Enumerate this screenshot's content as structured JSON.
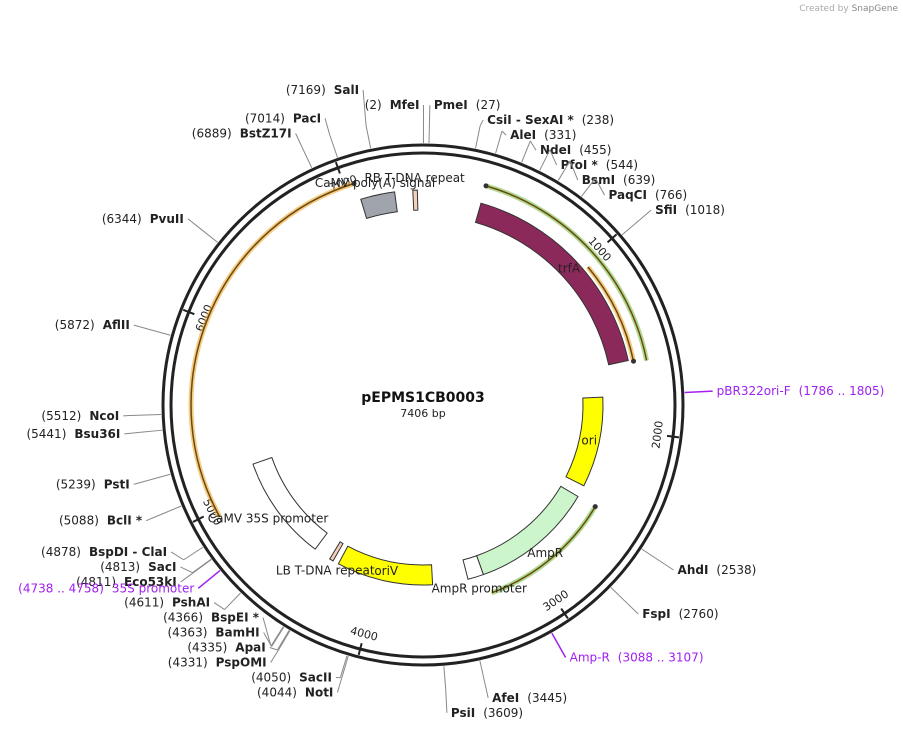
{
  "watermark": {
    "prefix": "Created by",
    "brand": "SnapGene"
  },
  "plasmid": {
    "name": "pEPMS1CB0003",
    "length_label": "7406 bp",
    "length": 7406
  },
  "ticks": [
    {
      "pos": 1000,
      "label": "1000"
    },
    {
      "pos": 2000,
      "label": "2000"
    },
    {
      "pos": 3000,
      "label": "3000"
    },
    {
      "pos": 4000,
      "label": "4000"
    },
    {
      "pos": 5000,
      "label": "5000"
    },
    {
      "pos": 6000,
      "label": "6000"
    },
    {
      "pos": 7000,
      "label": "7000"
    }
  ],
  "sites": [
    {
      "name": "MfeI",
      "pos_label": "(2)",
      "pos": 2,
      "side": "left"
    },
    {
      "name": "PmeI",
      "pos_label": "(27)",
      "pos": 27,
      "side": "right"
    },
    {
      "name": "CsiI  - SexAI *",
      "pos_label": "(238)",
      "pos": 238,
      "side": "right"
    },
    {
      "name": "AleI",
      "pos_label": "(331)",
      "pos": 331,
      "side": "right"
    },
    {
      "name": "NdeI",
      "pos_label": "(455)",
      "pos": 455,
      "side": "right"
    },
    {
      "name": "PfoI *",
      "pos_label": "(544)",
      "pos": 544,
      "side": "right"
    },
    {
      "name": "BsmI",
      "pos_label": "(639)",
      "pos": 639,
      "side": "right"
    },
    {
      "name": "PaqCI",
      "pos_label": "(766)",
      "pos": 766,
      "side": "right"
    },
    {
      "name": "SfiI",
      "pos_label": "(1018)",
      "pos": 1018,
      "side": "right"
    },
    {
      "name": "AhdI",
      "pos_label": "(2538)",
      "pos": 2538,
      "side": "right"
    },
    {
      "name": "FspI",
      "pos_label": "(2760)",
      "pos": 2760,
      "side": "right"
    },
    {
      "name": "AfeI",
      "pos_label": "(3445)",
      "pos": 3445,
      "side": "right"
    },
    {
      "name": "PsiI",
      "pos_label": "(3609)",
      "pos": 3609,
      "side": "right"
    },
    {
      "name": "NotI",
      "pos_label": "(4044)",
      "pos": 4044,
      "side": "left"
    },
    {
      "name": "SacII",
      "pos_label": "(4050)",
      "pos": 4050,
      "side": "left"
    },
    {
      "name": "PspOMI",
      "pos_label": "(4331)",
      "pos": 4331,
      "side": "left"
    },
    {
      "name": "ApaI",
      "pos_label": "(4335)",
      "pos": 4335,
      "side": "left"
    },
    {
      "name": "BamHI",
      "pos_label": "(4363)",
      "pos": 4363,
      "side": "left"
    },
    {
      "name": "BspEI *",
      "pos_label": "(4366)",
      "pos": 4366,
      "side": "left"
    },
    {
      "name": "PshAI",
      "pos_label": "(4611)",
      "pos": 4611,
      "side": "left"
    },
    {
      "name": "Eco53kI",
      "pos_label": "(4811)",
      "pos": 4811,
      "side": "left"
    },
    {
      "name": "SacI",
      "pos_label": "(4813)",
      "pos": 4813,
      "side": "left"
    },
    {
      "name": "BspDI  - ClaI",
      "pos_label": "(4878)",
      "pos": 4878,
      "side": "left"
    },
    {
      "name": "BclI *",
      "pos_label": "(5088)",
      "pos": 5088,
      "side": "left"
    },
    {
      "name": "PstI",
      "pos_label": "(5239)",
      "pos": 5239,
      "side": "left"
    },
    {
      "name": "Bsu36I",
      "pos_label": "(5441)",
      "pos": 5441,
      "side": "left"
    },
    {
      "name": "NcoI",
      "pos_label": "(5512)",
      "pos": 5512,
      "side": "left"
    },
    {
      "name": "AflII",
      "pos_label": "(5872)",
      "pos": 5872,
      "side": "left"
    },
    {
      "name": "PvuII",
      "pos_label": "(6344)",
      "pos": 6344,
      "side": "left"
    },
    {
      "name": "BstZ17I",
      "pos_label": "(6889)",
      "pos": 6889,
      "side": "left"
    },
    {
      "name": "PacI",
      "pos_label": "(7014)",
      "pos": 7014,
      "side": "left"
    },
    {
      "name": "SalI",
      "pos_label": "(7169)",
      "pos": 7169,
      "side": "left"
    }
  ],
  "primers": [
    {
      "name": "pBR322ori-F",
      "range": "(1786 .. 1805)",
      "pos": 1795,
      "side": "right"
    },
    {
      "name": "Amp-R",
      "range": "(3088 .. 3107)",
      "pos": 3097,
      "side": "right"
    },
    {
      "name": "35S promoter",
      "range": "(4738 .. 4758)",
      "pos": 4748,
      "side": "left"
    }
  ],
  "features": [
    {
      "name": "trfA",
      "type": "cds",
      "start": 330,
      "end": 1600,
      "color": "#8b2a5a",
      "label_inside": true,
      "direction": "ccw"
    },
    {
      "name": "ori",
      "type": "rep_origin",
      "start": 1800,
      "end": 2400,
      "color": "#ffff00",
      "label_inside": true,
      "direction": "ccw"
    },
    {
      "name": "AmpR",
      "type": "cds",
      "start": 2480,
      "end": 3300,
      "color": "#ccf5cc",
      "label": "AmpR",
      "direction": "ccw"
    },
    {
      "name": "AmpR promoter",
      "type": "promoter",
      "start": 3300,
      "end": 3405,
      "color": "#ffffff",
      "label": "AmpR promoter",
      "direction": "ccw"
    },
    {
      "name": "oriV",
      "type": "rep_origin",
      "start": 3640,
      "end": 4280,
      "color": "#ffff00",
      "label_inside": true,
      "direction": "none"
    },
    {
      "name": "LB T-DNA repeat",
      "type": "repeat",
      "start": 4320,
      "end": 4345,
      "color": "#f5d0b8",
      "label": "LB T-DNA repeat",
      "direction": "none"
    },
    {
      "name": "CaMV 35S promoter",
      "type": "promoter",
      "start": 4460,
      "end": 5160,
      "color": "#ffffff",
      "label": "CaMV 35S promoter",
      "direction": "cw"
    },
    {
      "name": "CaMV poly(A) signal",
      "type": "terminator",
      "start": 7060,
      "end": 7250,
      "color": "#a0a4ac",
      "label": "CaMV poly(A) signal",
      "direction": "none"
    },
    {
      "name": "RB T-DNA repeat",
      "type": "repeat",
      "start": 7350,
      "end": 7375,
      "color": "#f5d0b8",
      "label": "RB T-DNA repeat",
      "direction": "none"
    }
  ],
  "orfs": [
    {
      "start": 330,
      "end": 1620,
      "color": "#7bc24a",
      "direction": "ccw"
    },
    {
      "start": 2480,
      "end": 3290,
      "color": "#7bc24a",
      "direction": "ccw"
    },
    {
      "start": 4960,
      "end": 7050,
      "color": "#f0a830",
      "direction": "cw"
    },
    {
      "start": 1030,
      "end": 1610,
      "color": "#f0a830",
      "direction": "cw"
    }
  ]
}
